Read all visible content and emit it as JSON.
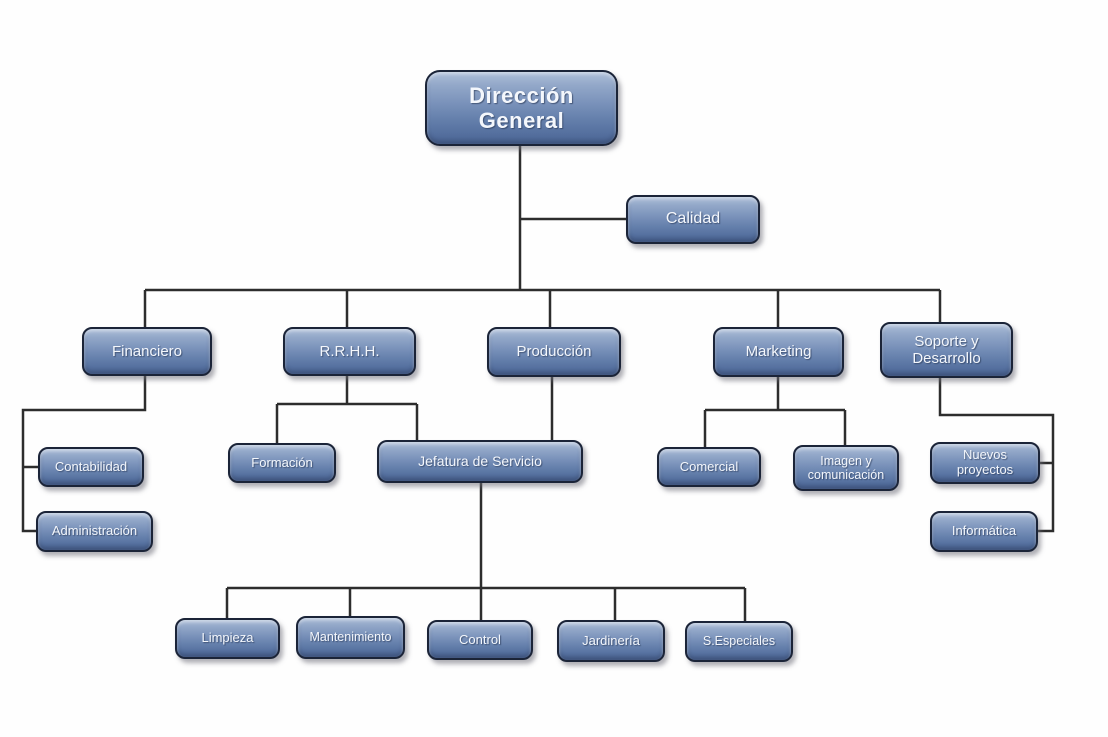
{
  "chart_data": {
    "type": "org-chart",
    "title": "",
    "nodes": {
      "direccion_general": {
        "label": "Dirección General"
      },
      "calidad": {
        "label": "Calidad"
      },
      "financiero": {
        "label": "Financiero"
      },
      "rrhh": {
        "label": "R.R.H.H."
      },
      "produccion": {
        "label": "Producción"
      },
      "marketing": {
        "label": "Marketing"
      },
      "soporte_desarrollo": {
        "label": "Soporte y Desarrollo"
      },
      "contabilidad": {
        "label": "Contabilidad"
      },
      "administracion": {
        "label": "Administración"
      },
      "formacion": {
        "label": "Formación"
      },
      "jefatura_servicio": {
        "label": "Jefatura de Servicio"
      },
      "comercial": {
        "label": "Comercial"
      },
      "imagen_comunicacion": {
        "label": "Imagen y comunicación"
      },
      "nuevos_proyectos": {
        "label": "Nuevos proyectos"
      },
      "informatica": {
        "label": "Informática"
      },
      "limpieza": {
        "label": "Limpieza"
      },
      "mantenimiento": {
        "label": "Mantenimiento"
      },
      "control": {
        "label": "Control"
      },
      "jardineria": {
        "label": "Jardinería"
      },
      "s_especiales": {
        "label": "S.Especiales"
      }
    },
    "edges": [
      {
        "from": "direccion_general",
        "to": "calidad"
      },
      {
        "from": "direccion_general",
        "to": "financiero"
      },
      {
        "from": "direccion_general",
        "to": "rrhh"
      },
      {
        "from": "direccion_general",
        "to": "produccion"
      },
      {
        "from": "direccion_general",
        "to": "marketing"
      },
      {
        "from": "direccion_general",
        "to": "soporte_desarrollo"
      },
      {
        "from": "financiero",
        "to": "contabilidad"
      },
      {
        "from": "financiero",
        "to": "administracion"
      },
      {
        "from": "rrhh",
        "to": "formacion"
      },
      {
        "from": "rrhh",
        "to": "jefatura_servicio"
      },
      {
        "from": "produccion",
        "to": "jefatura_servicio"
      },
      {
        "from": "marketing",
        "to": "comercial"
      },
      {
        "from": "marketing",
        "to": "imagen_comunicacion"
      },
      {
        "from": "soporte_desarrollo",
        "to": "nuevos_proyectos"
      },
      {
        "from": "soporte_desarrollo",
        "to": "informatica"
      },
      {
        "from": "jefatura_servicio",
        "to": "limpieza"
      },
      {
        "from": "jefatura_servicio",
        "to": "mantenimiento"
      },
      {
        "from": "jefatura_servicio",
        "to": "control"
      },
      {
        "from": "jefatura_servicio",
        "to": "jardineria"
      },
      {
        "from": "jefatura_servicio",
        "to": "s_especiales"
      }
    ],
    "colors": {
      "box_gradient_top": "#aebfd9",
      "box_gradient_bottom": "#4a6392",
      "box_border": "#1b2438",
      "connector_line": "#2d2d2d",
      "text": "#f4f7fc",
      "background": "#fefefe"
    }
  }
}
